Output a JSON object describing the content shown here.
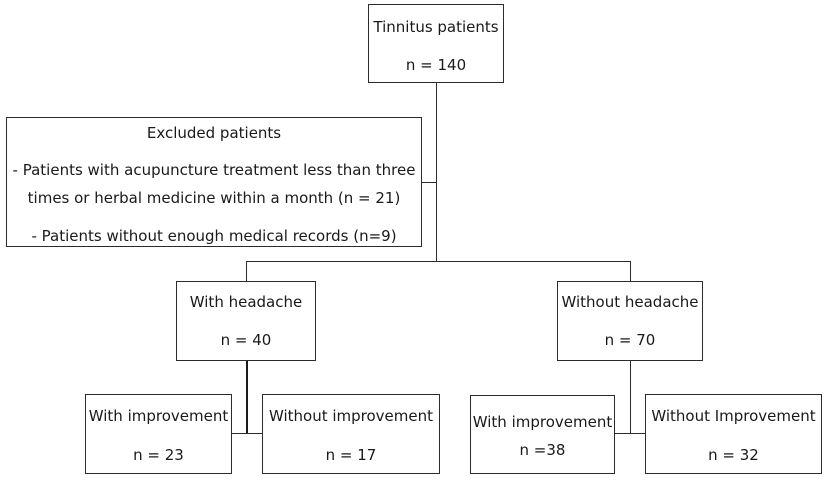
{
  "flowchart": {
    "tinnitus": {
      "title": "Tinnitus patients",
      "count": "n = 140"
    },
    "excluded": {
      "title": "Excluded patients",
      "reason1_line1": "- Patients with acupuncture treatment less than three",
      "reason1_line2": "times or herbal medicine within a month (n = 21)",
      "reason2": "- Patients without enough medical records (n=9)"
    },
    "with_headache": {
      "title": "With headache",
      "count": "n = 40"
    },
    "without_headache": {
      "title": "Without headache",
      "count": "n = 70"
    },
    "wh_with_improvement": {
      "title": "With improvement",
      "count": "n = 23"
    },
    "wh_without_improvement": {
      "title": "Without improvement",
      "count": "n = 17"
    },
    "woh_with_improvement": {
      "title": "With improvement",
      "count": "n =38"
    },
    "woh_without_improvement": {
      "title": "Without Improvement",
      "count": "n = 32"
    }
  }
}
